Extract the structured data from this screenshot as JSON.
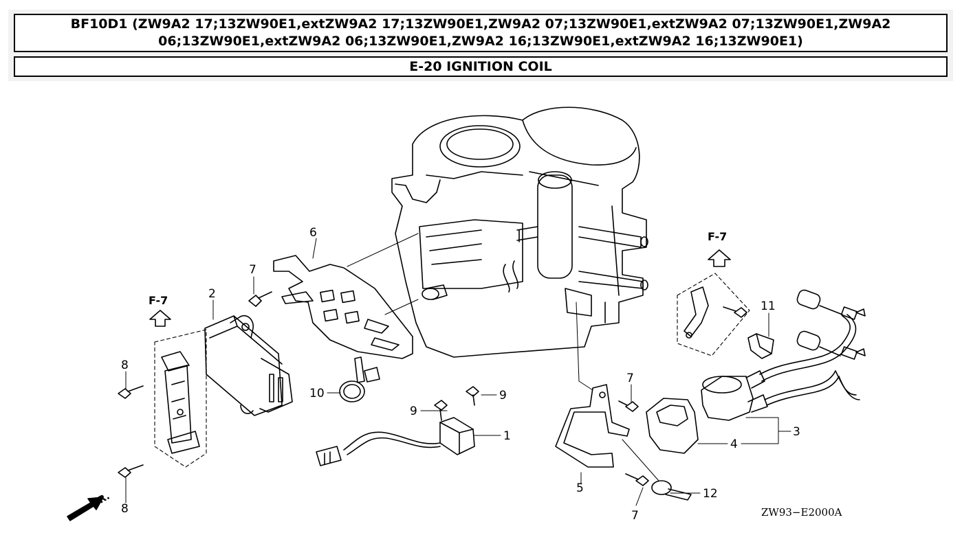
{
  "header": {
    "title": "BF10D1 (ZW9A2 17;13ZW90E1,extZW9A2 17;13ZW90E1,ZW9A2 07;13ZW90E1,extZW9A2 07;13ZW90E1,ZW9A2 06;13ZW90E1,extZW9A2 06;13ZW90E1,ZW9A2 16;13ZW90E1,extZW9A2 16;13ZW90E1)",
    "section": "E-20 IGNITION COIL"
  },
  "diagram": {
    "drawing_code": "ZW93−E2000A",
    "front_marker": "FR.",
    "refs": [
      "F-7",
      "F-7"
    ],
    "callouts": [
      "1",
      "2",
      "3",
      "4",
      "5",
      "6",
      "7",
      "7",
      "7",
      "8",
      "8",
      "9",
      "9",
      "10",
      "11",
      "12"
    ]
  }
}
